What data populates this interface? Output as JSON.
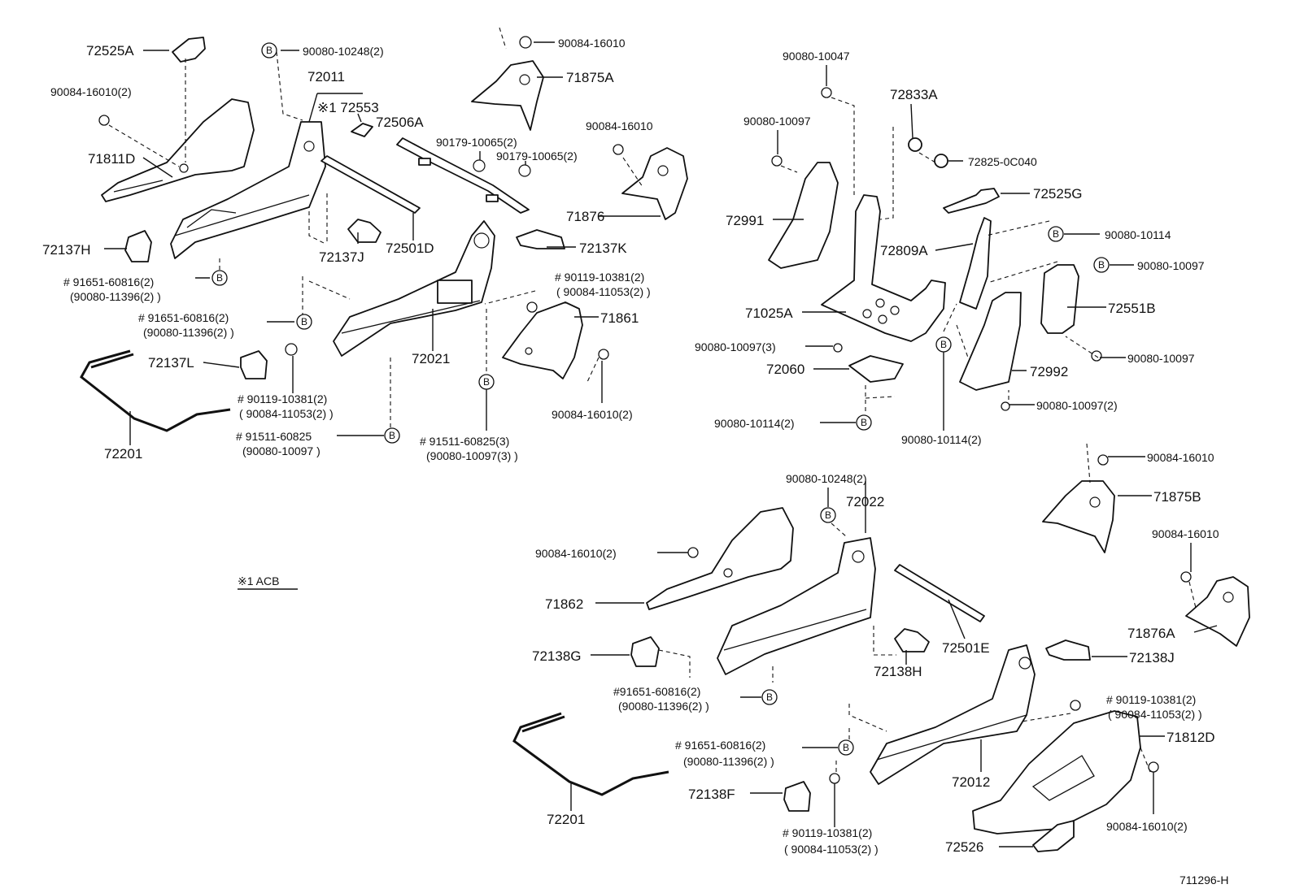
{
  "labels": {
    "p72525A": "72525A",
    "p90080_10248_2_top": "90080-10248(2)",
    "p90084_16010_top": "90084-16010",
    "p90084_16010_2_left": "90084-16010(2)",
    "p72011": "72011",
    "p72553": "※1 72553",
    "p72506A": "72506A",
    "p71875A": "71875A",
    "p71811D": "71811D",
    "p90179_10065_2_a": "90179-10065(2)",
    "p90179_10065_2_b": "90179-10065(2)",
    "p90084_16010_mid": "90084-16010",
    "p71876": "71876",
    "p72137H": "72137H",
    "p72501D": "72501D",
    "p72137J": "72137J",
    "p72137K": "72137K",
    "p91651_60816_2_a": "# 91651-60816(2)",
    "p90080_11396_2_a": "(90080-11396(2)   )",
    "p90119_10381_2_a": "# 90119-10381(2)",
    "p90084_11053_2_a": "( 90084-11053(2)   )",
    "p91651_60816_2_b": "# 91651-60816(2)",
    "p90080_11396_2_b": "(90080-11396(2)   )",
    "p71861": "71861",
    "p72137L": "72137L",
    "p72021": "72021",
    "p90119_10381_2_b": "# 90119-10381(2)",
    "p90084_11053_2_b": "( 90084-11053(2)   )",
    "p90084_16010_2_mid": "90084-16010(2)",
    "p91511_60825": "# 91511-60825",
    "p90080_10097_a": "(90080-10097   )",
    "p91511_60825_3": "# 91511-60825(3)",
    "p90080_10097_3_a": "(90080-10097(3)   )",
    "p72201_a": "72201",
    "p90080_10047": "90080-10047",
    "p72833A": "72833A",
    "p90080_10097_b": "90080-10097",
    "p72825_0C040": "72825-0C040",
    "p72525G": "72525G",
    "p72991": "72991",
    "p90080_10114": "90080-10114",
    "p72809A": "72809A",
    "p90080_10097_c": "90080-10097",
    "p72551B": "72551B",
    "p71025A": "71025A",
    "p90080_10097_3_b": "90080-10097(3)",
    "p90080_10097_d": "90080-10097",
    "p72060": "72060",
    "p72992": "72992",
    "p90080_10097_2": "90080-10097(2)",
    "p90080_10114_2_a": "90080-10114(2)",
    "p90080_10114_2_b": "90080-10114(2)",
    "p90084_16010_r1": "90084-16010",
    "p90080_10248_2_bot": "90080-10248(2)",
    "p72022": "72022",
    "p71875B": "71875B",
    "p90084_16010_r2": "90084-16010",
    "p90084_16010_2_bot": "90084-16010(2)",
    "note_acb": "※1  ACB",
    "p71862": "71862",
    "p71876A": "71876A",
    "p72138G": "72138G",
    "p72501E": "72501E",
    "p72138J": "72138J",
    "p72138H": "72138H",
    "p91651_60816_2_c": "#91651-60816(2)",
    "p90080_11396_2_c": "(90080-11396(2)   )",
    "p90119_10381_2_c": "# 90119-10381(2)",
    "p90084_11053_2_c": "( 90084-11053(2)   )",
    "p91651_60816_2_d": "# 91651-60816(2)",
    "p90080_11396_2_d": "(90080-11396(2)   )",
    "p72012": "72012",
    "p71812D": "71812D",
    "p72138F": "72138F",
    "p72201_b": "72201",
    "p90119_10381_2_d": "# 90119-10381(2)",
    "p90084_11053_2_d": "( 90084-11053(2)   )",
    "p90084_16010_2_br": "90084-16010(2)",
    "p72526": "72526",
    "diagram_code": "711296-H"
  },
  "callout_letter": "B"
}
